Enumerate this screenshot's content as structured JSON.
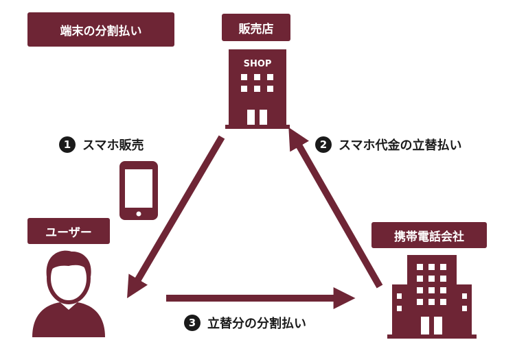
{
  "title": "端末の分割払い",
  "nodes": {
    "shop": {
      "label": "販売店",
      "sign": "SHOP"
    },
    "user": {
      "label": "ユーザー"
    },
    "carrier": {
      "label": "携帯電話会社"
    }
  },
  "steps": [
    {
      "num": "1",
      "label": "スマホ販売"
    },
    {
      "num": "2",
      "label": "スマホ代金の立替払い"
    },
    {
      "num": "3",
      "label": "立替分の分割払い"
    }
  ],
  "colors": {
    "accent": "#6e2535",
    "text": "#1a1a1a",
    "background": "#ffffff"
  },
  "icons": [
    "shop-building-icon",
    "smartphone-icon",
    "person-icon",
    "office-building-icon"
  ]
}
